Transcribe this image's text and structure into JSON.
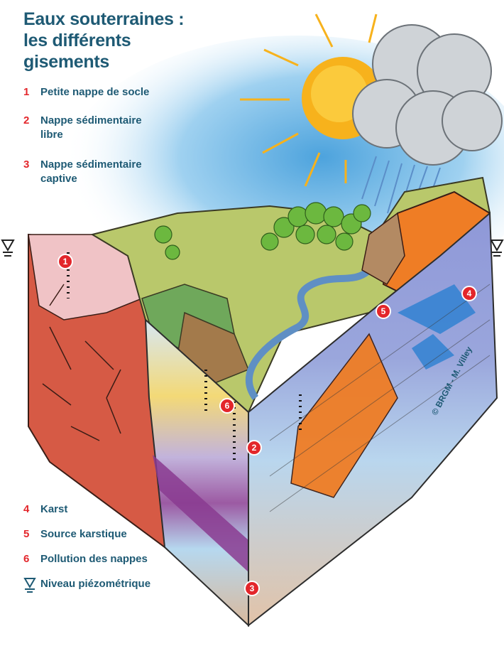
{
  "title": "Eaux souterraines : les différents gisements",
  "legend": [
    {
      "num": "1",
      "label": "Petite nappe de socle"
    },
    {
      "num": "2",
      "label": "Nappe sédimentaire libre"
    },
    {
      "num": "3",
      "label": "Nappe sédimentaire captive"
    },
    {
      "num": "4",
      "label": "Karst"
    },
    {
      "num": "5",
      "label": "Source karstique"
    },
    {
      "num": "6",
      "label": "Pollution des nappes"
    },
    {
      "symbol": "piezometric-level-icon",
      "label": "Niveau piézométrique"
    }
  ],
  "markers": [
    "1",
    "2",
    "3",
    "4",
    "5",
    "6"
  ],
  "credit": "© BRGM - M. Villey",
  "colors": {
    "title": "#1e5a74",
    "marker": "#e3262b",
    "sky": "#7fc0ea",
    "sun": "#f7b21c",
    "basement": "#d65a45",
    "karst_limestone": "#7d83c9",
    "orange_rock": "#ef7d25",
    "purple_layer": "#8a3b91",
    "yellow_layer": "#f5d564",
    "grass": "#b9c86b"
  }
}
